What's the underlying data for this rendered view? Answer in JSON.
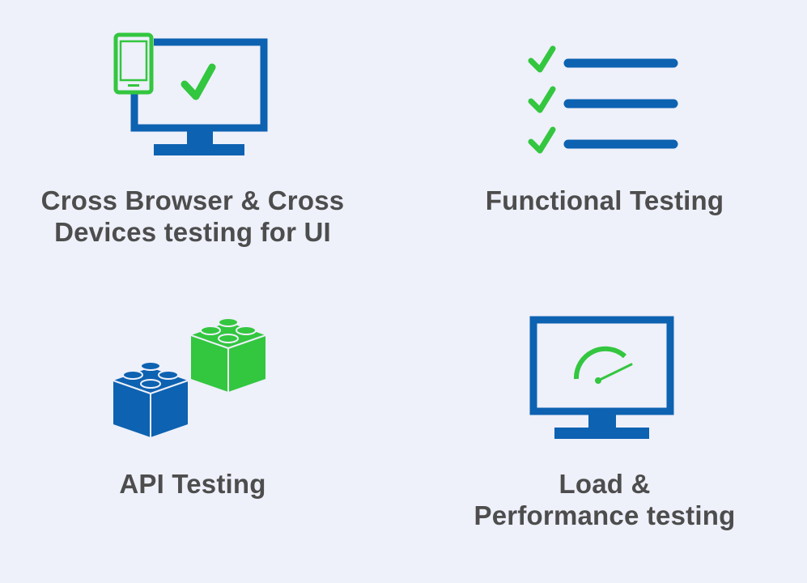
{
  "colors": {
    "blue": "#0d62b1",
    "green": "#33c63f",
    "text": "#4d4d4d",
    "background": "#eef0fa"
  },
  "features": [
    {
      "icons": [
        "mobile-phone-icon",
        "monitor-icon",
        "checkmark-icon"
      ],
      "title_lines": [
        "Cross Browser & Cross",
        "Devices testing for UI"
      ]
    },
    {
      "icons": [
        "checklist-icon"
      ],
      "title_lines": [
        "Functional Testing"
      ]
    },
    {
      "icons": [
        "building-blocks-icon"
      ],
      "title_lines": [
        "API Testing"
      ]
    },
    {
      "icons": [
        "monitor-icon",
        "speedometer-gauge-icon"
      ],
      "title_lines": [
        "Load &",
        "Performance testing"
      ]
    }
  ]
}
